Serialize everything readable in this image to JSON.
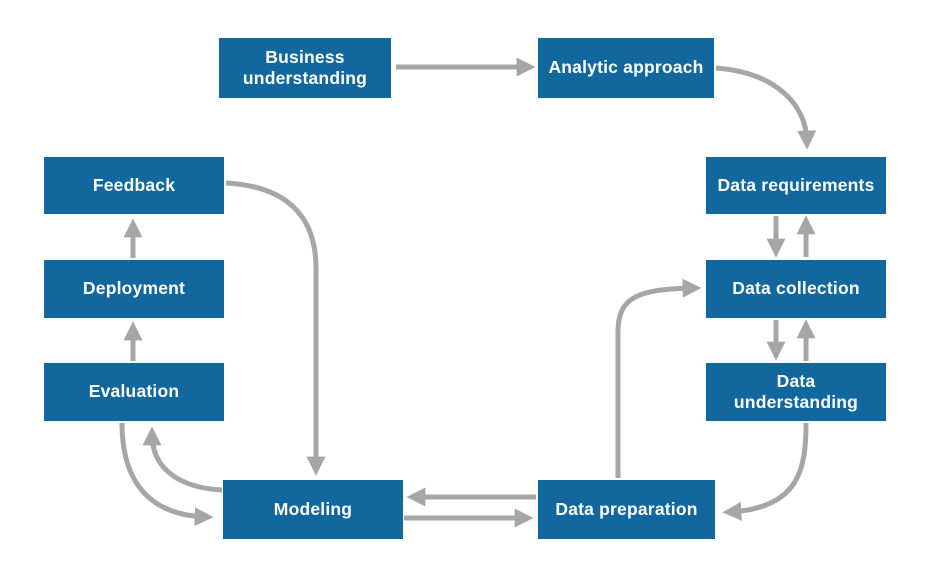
{
  "diagram": {
    "name": "Data science methodology flowchart",
    "colors": {
      "box": "#11679E",
      "box_text": "#FFFFFF",
      "arrow": "#A6A6A6",
      "background": "#FFFFFF"
    },
    "nodes": [
      {
        "id": "business-understanding",
        "label": "Business understanding"
      },
      {
        "id": "analytic-approach",
        "label": "Analytic approach"
      },
      {
        "id": "data-requirements",
        "label": "Data requirements"
      },
      {
        "id": "data-collection",
        "label": "Data collection"
      },
      {
        "id": "data-understanding",
        "label": "Data understanding"
      },
      {
        "id": "data-preparation",
        "label": "Data preparation"
      },
      {
        "id": "modeling",
        "label": "Modeling"
      },
      {
        "id": "evaluation",
        "label": "Evaluation"
      },
      {
        "id": "deployment",
        "label": "Deployment"
      },
      {
        "id": "feedback",
        "label": "Feedback"
      }
    ],
    "edges": [
      {
        "from": "business-understanding",
        "to": "analytic-approach"
      },
      {
        "from": "analytic-approach",
        "to": "data-requirements"
      },
      {
        "from": "data-requirements",
        "to": "data-collection"
      },
      {
        "from": "data-collection",
        "to": "data-requirements"
      },
      {
        "from": "data-collection",
        "to": "data-understanding"
      },
      {
        "from": "data-understanding",
        "to": "data-collection"
      },
      {
        "from": "data-understanding",
        "to": "data-preparation"
      },
      {
        "from": "data-preparation",
        "to": "data-collection"
      },
      {
        "from": "data-preparation",
        "to": "modeling"
      },
      {
        "from": "modeling",
        "to": "data-preparation"
      },
      {
        "from": "modeling",
        "to": "evaluation"
      },
      {
        "from": "evaluation",
        "to": "modeling"
      },
      {
        "from": "evaluation",
        "to": "deployment"
      },
      {
        "from": "deployment",
        "to": "feedback"
      },
      {
        "from": "feedback",
        "to": "modeling"
      }
    ]
  }
}
